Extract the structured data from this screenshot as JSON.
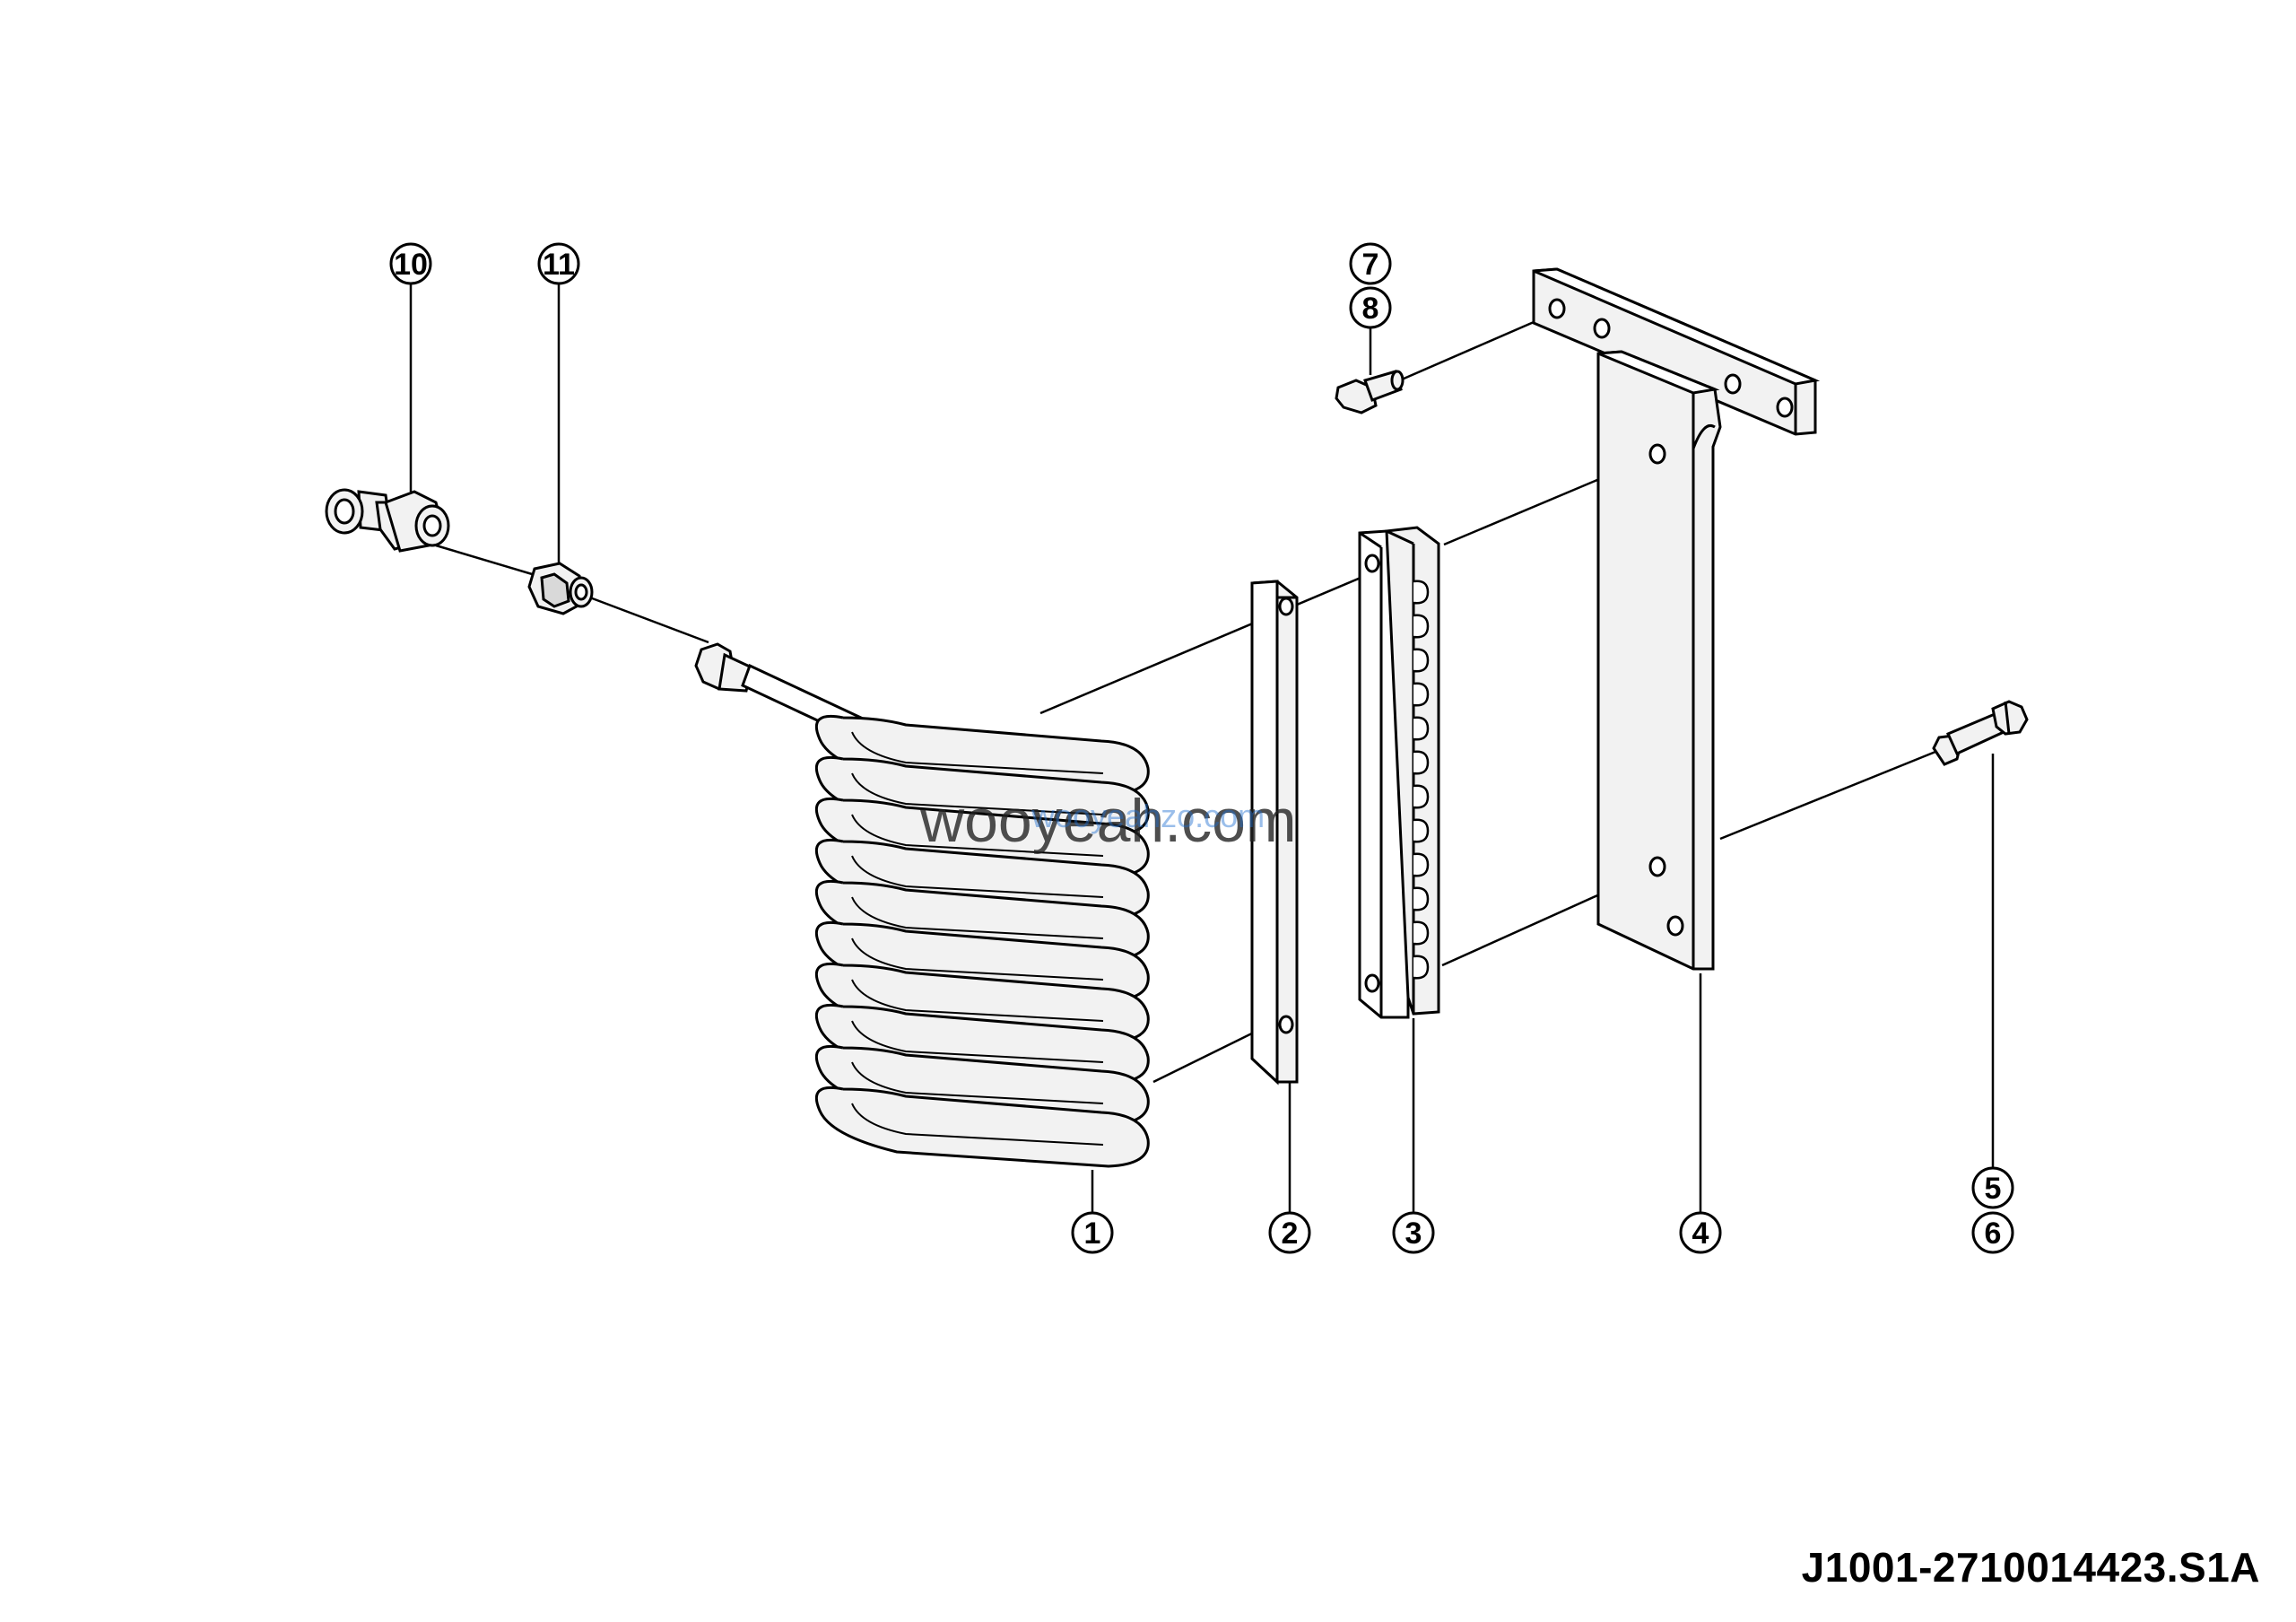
{
  "diagram": {
    "callouts": [
      "1",
      "2",
      "3",
      "4",
      "5",
      "6",
      "7",
      "8",
      "10",
      "11"
    ],
    "drawing_code": "J1001-2710014423.S1A",
    "watermarks": [
      "wooyeah.com",
      "wooyeahzo.com"
    ],
    "colors": {
      "line": "#000000",
      "part_fill": "#f2f2f2",
      "part_shade": "#d9d9d9",
      "watermark_dark": "#222222",
      "watermark_blue": "#1f6fd1"
    }
  }
}
